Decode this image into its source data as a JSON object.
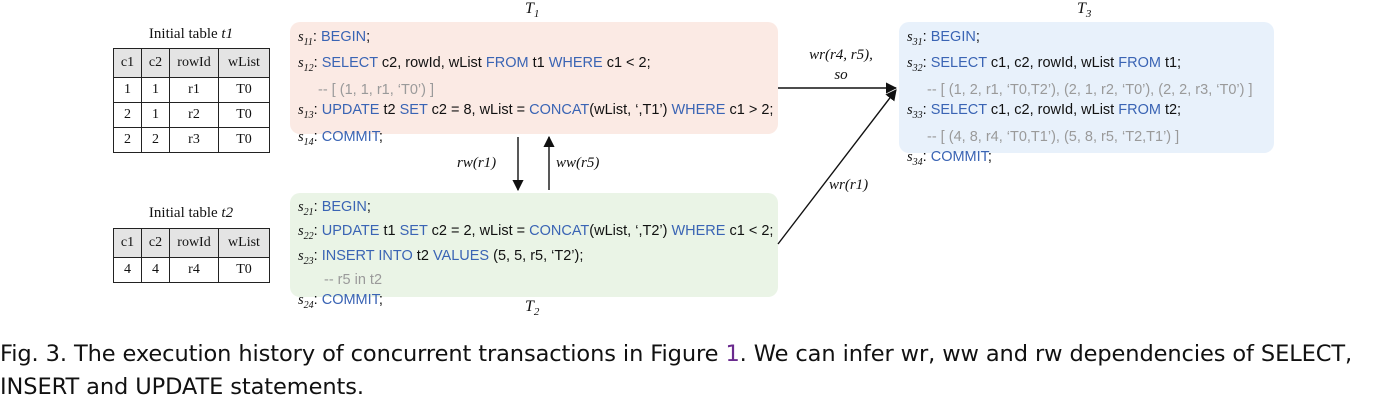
{
  "table1": {
    "caption_prefix": "Initial table ",
    "caption_name": "t1",
    "headers": [
      "c1",
      "c2",
      "rowId",
      "wList"
    ],
    "rows": [
      [
        "1",
        "1",
        "r1",
        "T0"
      ],
      [
        "2",
        "1",
        "r2",
        "T0"
      ],
      [
        "2",
        "2",
        "r3",
        "T0"
      ]
    ]
  },
  "table2": {
    "caption_prefix": "Initial table ",
    "caption_name": "t2",
    "headers": [
      "c1",
      "c2",
      "rowId",
      "wList"
    ],
    "rows": [
      [
        "4",
        "4",
        "r4",
        "T0"
      ]
    ]
  },
  "transactions": {
    "t1": {
      "label": "T",
      "sub": "1"
    },
    "t2": {
      "label": "T",
      "sub": "2"
    },
    "t3": {
      "label": "T",
      "sub": "3"
    }
  },
  "statements": {
    "s11": {
      "id": "s",
      "sub": "11",
      "kw1": "BEGIN",
      "tail": ";"
    },
    "s12": {
      "id": "s",
      "sub": "12",
      "kw1": "SELECT",
      "mid1": " c2, rowId, wList ",
      "kw2": "FROM",
      "mid2": " t1 ",
      "kw3": "WHERE",
      "tail": " c1 < 2;"
    },
    "c12": "-- [ (1, 1, r1, ‘T0’) ]",
    "s13": {
      "id": "s",
      "sub": "13",
      "kw1": "UPDATE",
      "mid1": " t2 ",
      "kw2": "SET",
      "mid2": " c2 = 8, wList = ",
      "kw3": "CONCAT",
      "mid3": "(wList, ‘,T1’) ",
      "kw4": "WHERE",
      "tail": " c1 > 2;"
    },
    "s14": {
      "id": "s",
      "sub": "14",
      "kw1": "COMMIT",
      "tail": ";"
    },
    "s21": {
      "id": "s",
      "sub": "21",
      "kw1": "BEGIN",
      "tail": ";"
    },
    "s22": {
      "id": "s",
      "sub": "22",
      "kw1": "UPDATE",
      "mid1": " t1 ",
      "kw2": "SET",
      "mid2": " c2 = 2, wList = ",
      "kw3": "CONCAT",
      "mid3": "(wList, ‘,T2’) ",
      "kw4": "WHERE",
      "tail": " c1 < 2;"
    },
    "s23": {
      "id": "s",
      "sub": "23",
      "kw1": "INSERT INTO",
      "mid1": " t2 ",
      "kw2": "VALUES",
      "tail": " (5, 5, r5, ‘T2’);"
    },
    "c23": "-- r5 in t2",
    "s24": {
      "id": "s",
      "sub": "24",
      "kw1": "COMMIT",
      "tail": ";"
    },
    "s31": {
      "id": "s",
      "sub": "31",
      "kw1": "BEGIN",
      "tail": ";"
    },
    "s32": {
      "id": "s",
      "sub": "32",
      "kw1": "SELECT",
      "mid1": " c1, c2, rowId, wList ",
      "kw2": "FROM",
      "tail": " t1;"
    },
    "c32": "-- [ (1, 2, r1, ‘T0,T2’), (2, 1, r2, ‘T0’), (2, 2, r3, ‘T0’) ]",
    "s33": {
      "id": "s",
      "sub": "33",
      "kw1": "SELECT",
      "mid1": " c1, c2, rowId, wList ",
      "kw2": "FROM",
      "tail": " t2;"
    },
    "c33": "-- [ (4, 8, r4, ‘T0,T1’), (5, 8, r5, ‘T2,T1’) ]",
    "s34": {
      "id": "s",
      "sub": "34",
      "kw1": "COMMIT",
      "tail": ";"
    }
  },
  "edges": {
    "rw": "rw(r1)",
    "ww": "ww(r5)",
    "wr_top_line1": "wr(r4, r5),",
    "wr_top_line2": "so",
    "wr_bottom": "wr(r1)"
  },
  "caption": {
    "prefix": "Fig. 3.  The execution history of concurrent transactions in Figure ",
    "ref": "1",
    "suffix": ". We can infer wr, ww and rw dependencies of SELECT, INSERT and UPDATE statements."
  }
}
